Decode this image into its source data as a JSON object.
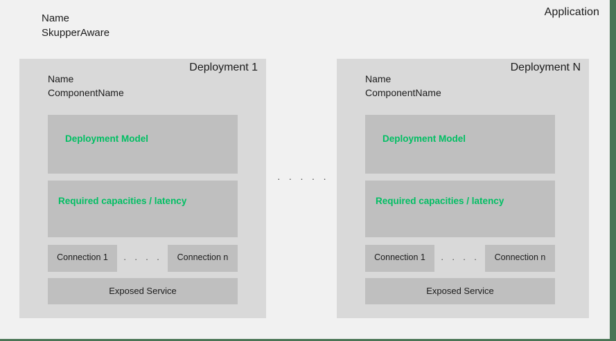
{
  "application": {
    "title": "Application",
    "name_label": "Name",
    "name_value": "SkupperAware"
  },
  "separator": {
    "ellipsis": "· · · · ·"
  },
  "colors": {
    "page_background": "#f1f1f1",
    "panel_background": "#d9d9d9",
    "block_background": "#bfbfbf",
    "accent_green": "#00bf63",
    "frame_green": "#4a7555",
    "text": "#1b1b1b"
  },
  "deployments": [
    {
      "title": "Deployment 1",
      "name_label": "Name",
      "name_value": "ComponentName",
      "model_block": "Deployment Model",
      "capacities_block": "Required capacities / latency",
      "connections": {
        "first": "Connection 1",
        "ellipsis": "· · · · ·",
        "last": "Connection n"
      },
      "exposed_service": "Exposed Service"
    },
    {
      "title": "Deployment N",
      "name_label": "Name",
      "name_value": "ComponentName",
      "model_block": "Deployment Model",
      "capacities_block": "Required capacities / latency",
      "connections": {
        "first": "Connection 1",
        "ellipsis": "· · · · ·",
        "last": "Connection n"
      },
      "exposed_service": "Exposed Service"
    }
  ]
}
